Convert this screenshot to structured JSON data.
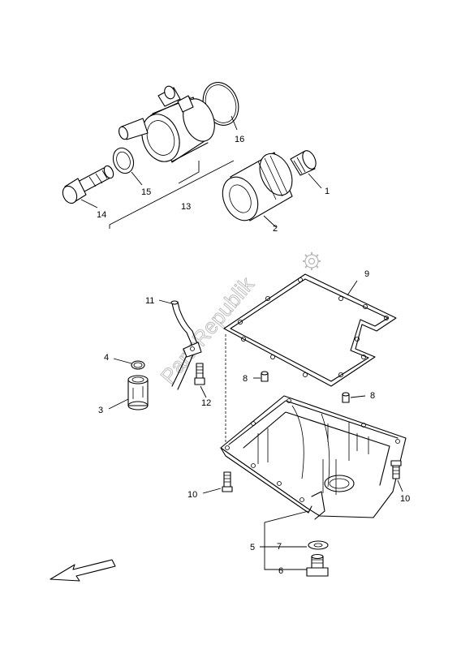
{
  "watermark": {
    "text": "PartsRepublik"
  },
  "callouts": {
    "c1": "1",
    "c2": "2",
    "c3": "3",
    "c4": "4",
    "c5": "5",
    "c6": "6",
    "c7": "7",
    "c8a": "8",
    "c8b": "8",
    "c9": "9",
    "c10a": "10",
    "c10b": "10",
    "c11": "11",
    "c12": "12",
    "c13": "13",
    "c14": "14",
    "c15": "15",
    "c16": "16"
  },
  "icons": {
    "direction": "front-direction-arrow-icon",
    "gear": "gear-icon"
  }
}
